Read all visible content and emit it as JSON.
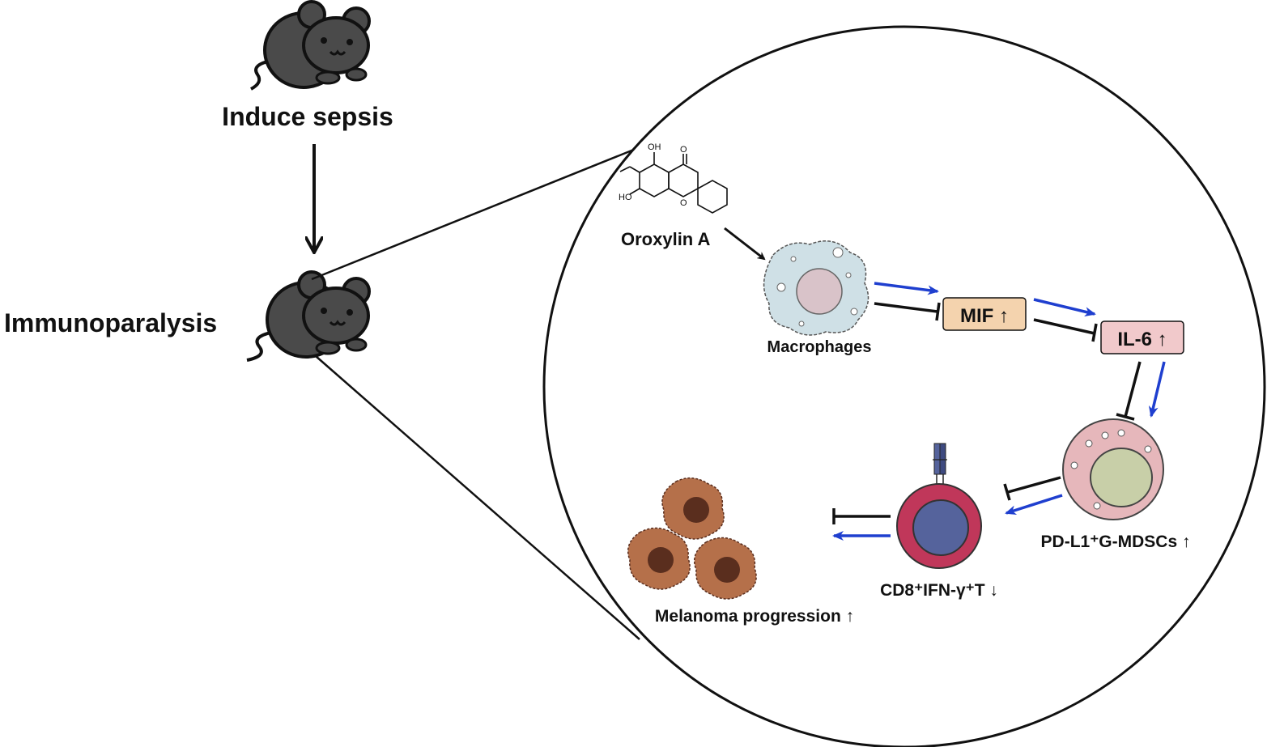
{
  "labels": {
    "induce_sepsis": "Induce sepsis",
    "immunoparalysis": "Immunoparalysis",
    "oroxylin_a": "Oroxylin A",
    "macrophages": "Macrophages",
    "mif": "MIF ↑",
    "il6": "IL-6 ↑",
    "mdsc": "PD-L1⁺G-MDSCs ↑",
    "cd8": "CD8⁺IFN-γ⁺T ↓",
    "melanoma": "Melanoma progression ↑"
  },
  "chem_labels": {
    "oh_top": "OH",
    "oh_left": "HO",
    "ketone": "O",
    "ring_o": "O"
  },
  "colors": {
    "mouse": "#4a4a4a",
    "promote_arrow": "#1f3fcf",
    "inhibit_arrow": "#111111",
    "mif_box": "#f4d3ae",
    "il6_box": "#f1c9cb",
    "macrophage": "#cfe0e6",
    "mdsc": "#e6b7bb",
    "mdsc_nucleus": "#c8cfa8",
    "tcell_outer": "#c0375a",
    "tcell_inner": "#55639c",
    "melanoma": "#b5704a",
    "melanoma_core": "#5a2e1e"
  }
}
